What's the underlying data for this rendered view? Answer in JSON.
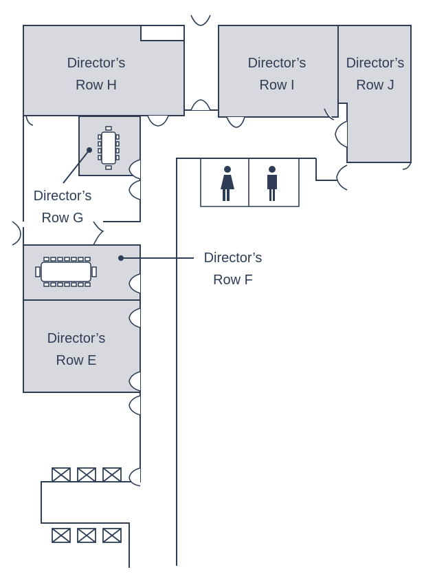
{
  "rooms": {
    "row_h": {
      "line1": "Director’s",
      "line2": "Row H"
    },
    "row_i": {
      "line1": "Director’s",
      "line2": "Row I"
    },
    "row_j": {
      "line1": "Director’s",
      "line2": "Row J"
    },
    "row_g": {
      "line1": "Director’s",
      "line2": "Row G"
    },
    "row_f": {
      "line1": "Director’s",
      "line2": "Row F"
    },
    "row_e": {
      "line1": "Director’s",
      "line2": "Row E"
    }
  },
  "icons": [
    "conference-table-icon",
    "womens-restroom-icon",
    "mens-restroom-icon",
    "storage-crate-icon"
  ],
  "colors": {
    "room_fill": "#d7d9df",
    "line": "#2e3d55",
    "background": "#ffffff"
  }
}
